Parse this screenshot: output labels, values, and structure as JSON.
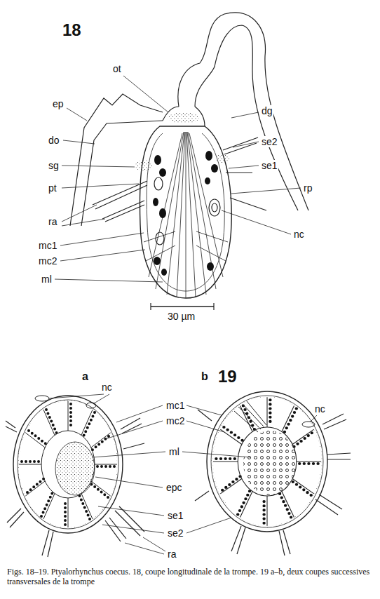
{
  "diagram": {
    "caption": "Figs. 18–19. Ptyalorhynchus coecus. 18, coupe longitudinale de la trompe. 19 a–b, deux coupes successives transversales de la trompe",
    "labels": [
      "18",
      "ot",
      "ep",
      "dg",
      "do",
      "se2",
      "sg",
      "se1",
      "pt",
      "rp",
      "ra",
      "nc",
      "mc1",
      "mc2",
      "ml",
      "30 µm",
      "a",
      "b",
      "19",
      "nc",
      "mc1",
      "nc",
      "mc2",
      "ml",
      "epc",
      "se1",
      "se2",
      "ra"
    ]
  }
}
